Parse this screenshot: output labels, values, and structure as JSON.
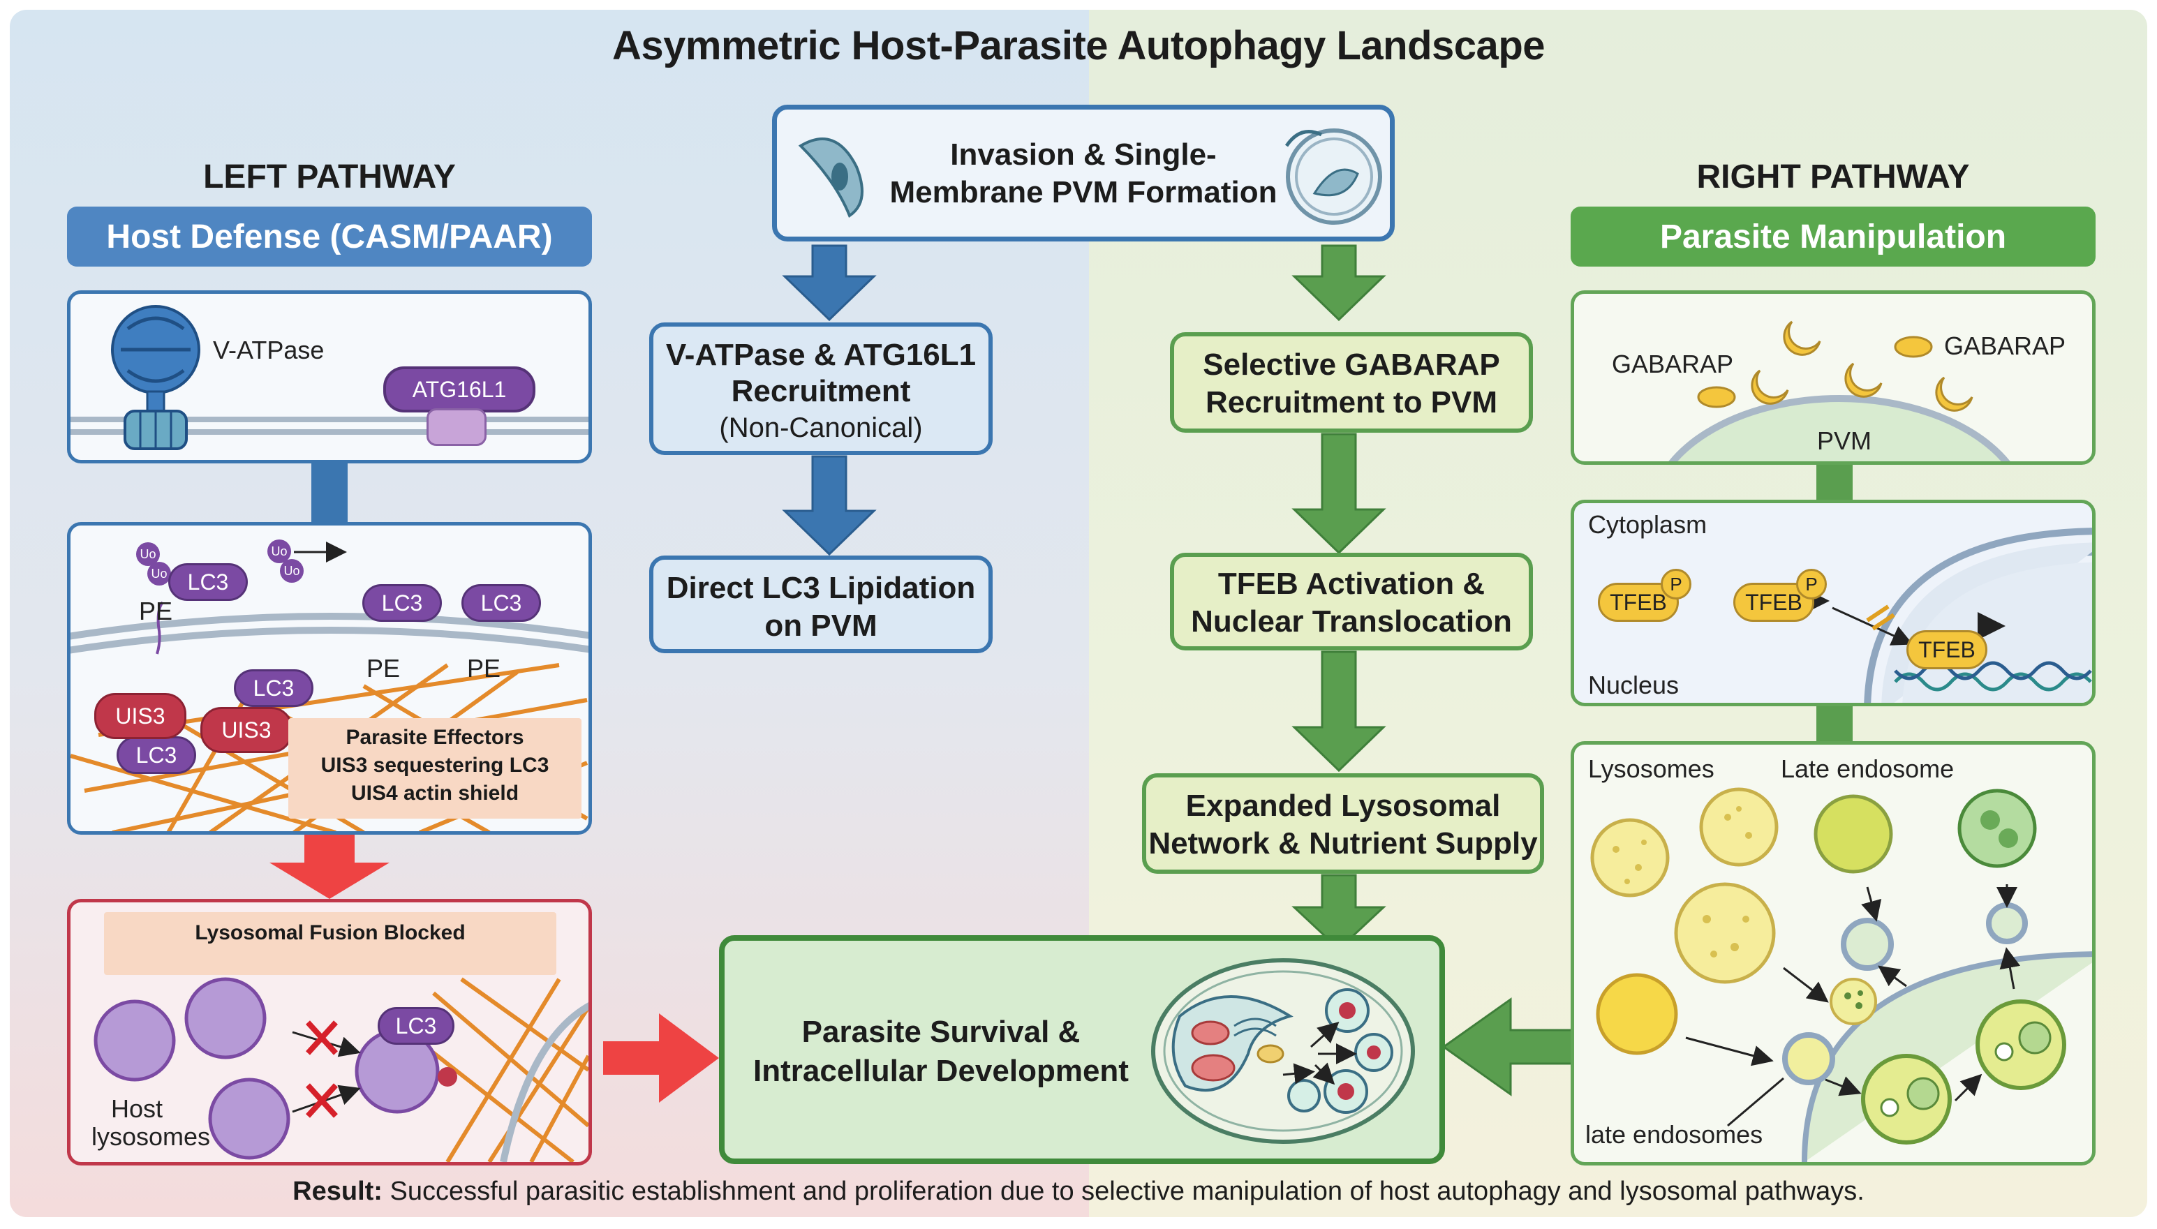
{
  "title": "Asymmetric Host-Parasite Autophagy Landscape",
  "left_pathway": {
    "heading": "LEFT PATHWAY",
    "banner": "Host Defense (CASM/PAAR)",
    "panel1": {
      "vatpase": "V-ATPase",
      "atg16l1": "ATG16L1"
    },
    "panel2": {
      "uo": "Uo",
      "lc3": "LC3",
      "pe": "PE",
      "uis3": "UIS3",
      "effector_line1": "Parasite Effectors",
      "effector_line2": "UIS3 sequestering LC3",
      "effector_line3": "UIS4 actin shield"
    },
    "panel3": {
      "header": "Lysosomal Fusion Blocked",
      "host_lysosomes_line1": "Host",
      "host_lysosomes_line2": "lysosomes",
      "lc3": "LC3"
    }
  },
  "center": {
    "top_box_line1": "Invasion & Single-",
    "top_box_line2": "Membrane PVM Formation",
    "left_col": [
      {
        "line1": "V-ATPase & ATG16L1",
        "line2": "Recruitment",
        "line3": "(Non-Canonical)"
      },
      {
        "line1": "Direct LC3 Lipidation",
        "line2": "on PVM"
      }
    ],
    "right_col": [
      {
        "line1": "Selective GABARAP",
        "line2": "Recruitment to PVM"
      },
      {
        "line1": "TFEB Activation &",
        "line2": "Nuclear Translocation"
      },
      {
        "line1": "Expanded Lysosomal",
        "line2": "Network & Nutrient Supply"
      }
    ],
    "outcome_line1": "Parasite Survival &",
    "outcome_line2": "Intracellular Development"
  },
  "right_pathway": {
    "heading": "RIGHT PATHWAY",
    "banner": "Parasite Manipulation",
    "panel1": {
      "gabarap_left": "GABARAP",
      "gabarap_right": "GABARAP",
      "pvm": "PVM"
    },
    "panel2": {
      "cytoplasm": "Cytoplasm",
      "nucleus": "Nucleus",
      "tfeb": "TFEB",
      "p": "P"
    },
    "panel3": {
      "lysosomes": "Lysosomes",
      "late_endosome": "Late endosome",
      "late_endosomes": "late endosomes"
    }
  },
  "result": {
    "label": "Result:",
    "text": "Successful parasitic establishment and proliferation due to selective manipulation of host autophagy and lysosomal pathways."
  },
  "colors": {
    "blue": "#3b76b0",
    "green": "#5a9e4f",
    "purple": "#7b4aa3",
    "uis3_red": "#c0374a",
    "red_arrow": "#ee4343",
    "actin_orange": "#e48a2a",
    "tfeb_yellow": "#f4c63d"
  }
}
